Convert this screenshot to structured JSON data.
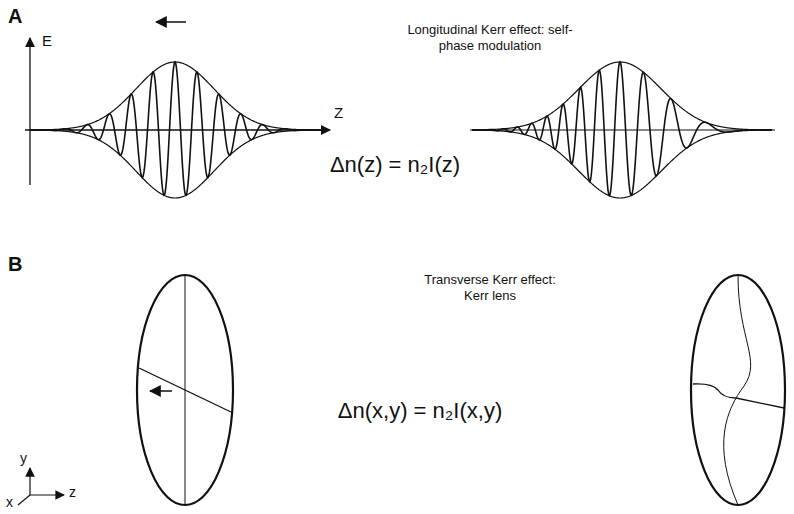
{
  "diagram": {
    "labels": [
      "A",
      "E",
      "Z",
      "Longitudinal Kerr effect: self-phase modulation",
      "Δn(z) = n₂I(z)",
      "B",
      "Transverse Kerr effect: Kerr lens",
      "Δn(x,y) = n₂I(x,y)",
      "y",
      "z",
      "x"
    ]
  }
}
